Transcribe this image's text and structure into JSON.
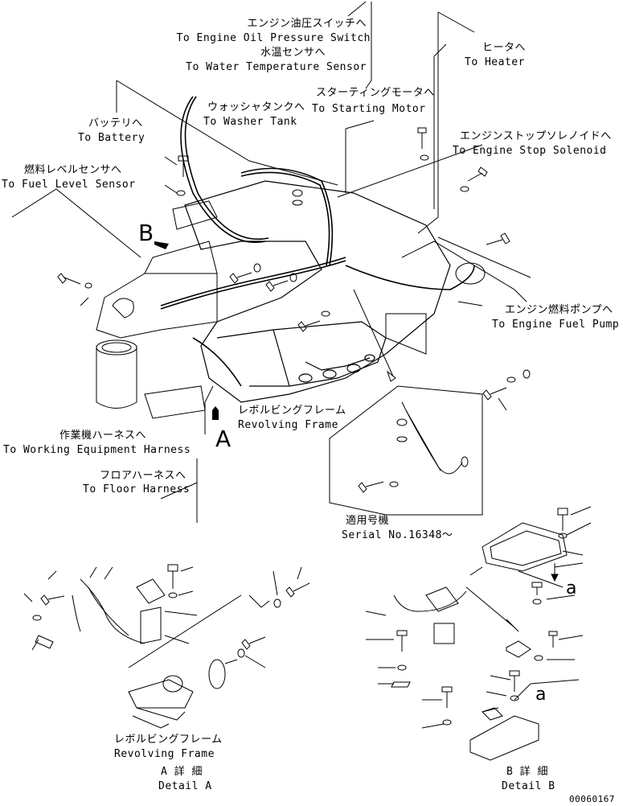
{
  "labels": {
    "oil_jp": "エンジン油圧スイッチへ",
    "oil_en": "To Engine Oil Pressure Switch",
    "water_jp": "水温センサへ",
    "water_en": "To Water Temperature Sensor",
    "heater_jp": "ヒータへ",
    "heater_en": "To Heater",
    "washer_jp": "ウォッシャタンクへ",
    "washer_en": "To Washer Tank",
    "starting_jp": "スターティングモータへ",
    "starting_en": "To Starting Motor",
    "battery_jp": "バッテリへ",
    "battery_en": "To Battery",
    "stop_jp": "エンジンストップソレノイドへ",
    "stop_en": "To Engine Stop Solenoid",
    "fuel_level_jp": "燃料レベルセンサへ",
    "fuel_level_en": "To Fuel Level Sensor",
    "fuel_pump_jp": "エンジン燃料ポンプへ",
    "fuel_pump_en": "To Engine Fuel Pump",
    "revolving_jp": "レボルビングフレーム",
    "revolving_en": "Revolving Frame",
    "working_jp": "作業機ハーネスへ",
    "working_en": "To Working Equipment Harness",
    "floor_jp": "フロアハーネスへ",
    "floor_en": "To Floor Harness",
    "serial_jp": "適用号機",
    "serial_en": "Serial No.16348～",
    "revolving2_jp": "レボルビングフレーム",
    "revolving2_en": "Revolving Frame",
    "detail_a_jp": "A 詳 細",
    "detail_a_en": "Detail A",
    "detail_b_jp": "B 詳 細",
    "detail_b_en": "Detail B",
    "marker_a": "A",
    "marker_b": "B",
    "marker_a_small_1": "a",
    "marker_a_small_2": "a",
    "drawing_no": "00060167"
  }
}
